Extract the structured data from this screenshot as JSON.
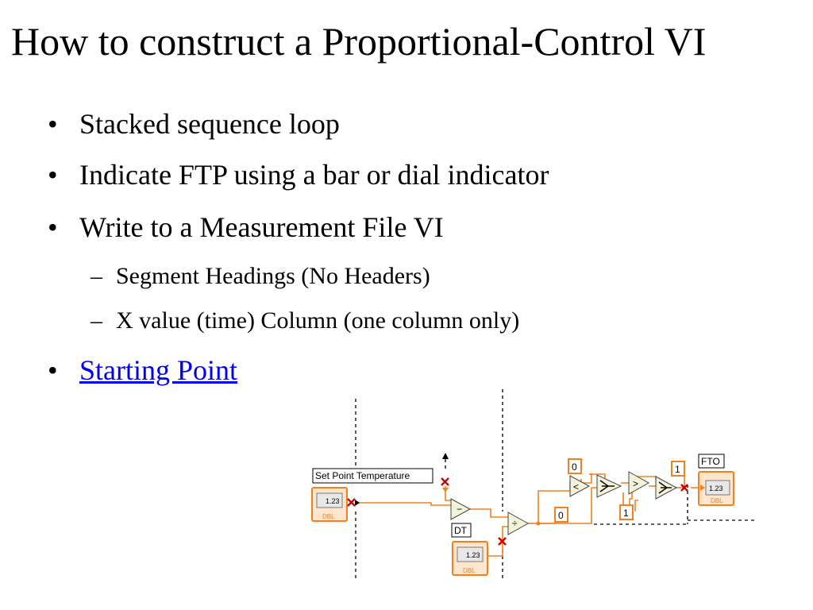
{
  "slide": {
    "title": "How to construct a Proportional-Control VI",
    "bullets": [
      "Stacked sequence loop",
      "Indicate FTP using a bar or dial indicator",
      "Write to a Measurement File VI"
    ],
    "sub_bullets": [
      "Segment Headings (No Headers)",
      "X value (time) Column (one column only)"
    ],
    "link_bullet": "Starting Point",
    "bullet_char": "•",
    "dash_char": "–"
  },
  "diagram": {
    "set_point_label": "Set Point Temperature",
    "dt_label": "DT",
    "fto_label": "FTO",
    "numeric_display": "1.23",
    "dbl_label": "DBL",
    "const_zero_top": "0",
    "const_zero_bottom": "0",
    "const_one_mid": "1",
    "const_one_right": "1",
    "wire_color": "#f08020",
    "terminal_color": "#f08020"
  }
}
